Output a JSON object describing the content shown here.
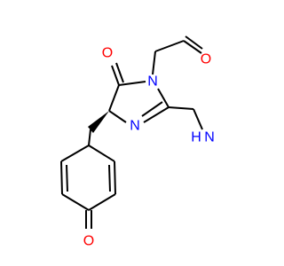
{
  "molecule": {
    "atoms": {
      "o_aldehyde": "O",
      "o_ketone_ring": "O",
      "n1_ring": "N",
      "n2_ring": "N",
      "nh2_h": "H",
      "nh2_n": "N",
      "o_dienone": "O"
    },
    "colors": {
      "oxygen": "#ff0000",
      "nitrogen": "#0000ff",
      "bond": "#000000"
    }
  }
}
